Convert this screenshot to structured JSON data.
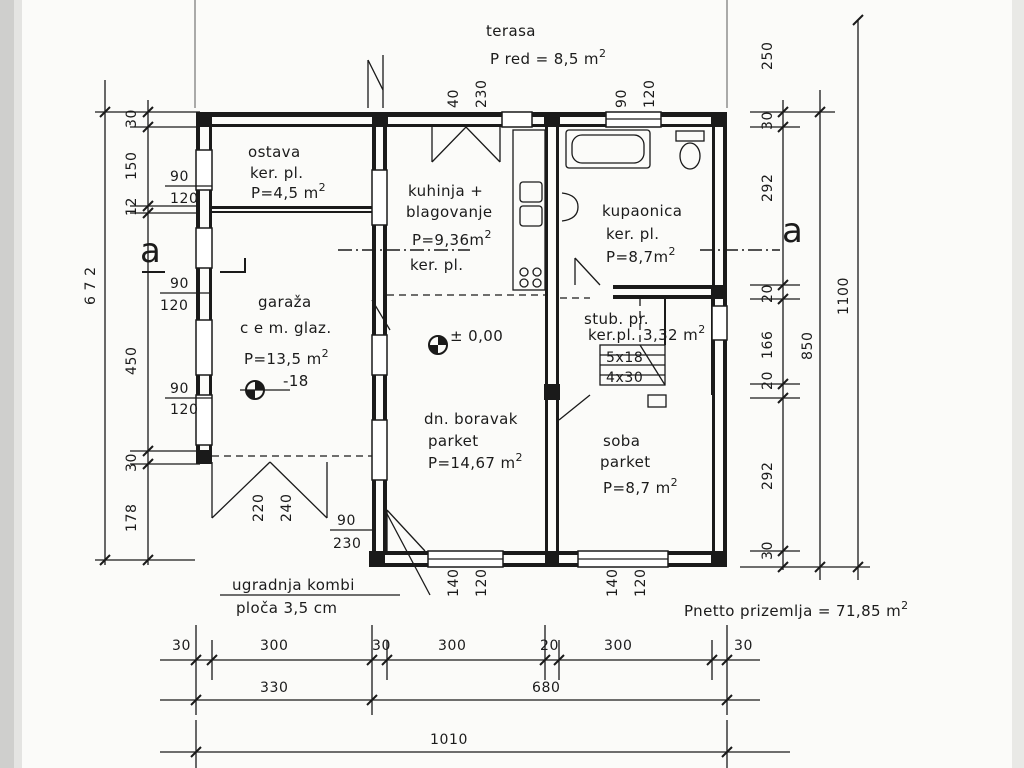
{
  "terrace": {
    "name": "terasa",
    "area": "P red = 8,5 m"
  },
  "rooms": [
    {
      "name": "ostava",
      "floor": "ker. pl.",
      "area": "P=4,5 m"
    },
    {
      "name": "kuhinja +",
      "name2": "blagovanje",
      "area": "P=9,36m",
      "floor": "ker. pl."
    },
    {
      "name": "kupaonica",
      "floor": "ker. pl.",
      "area": "P=8,7m"
    },
    {
      "name": "garaža",
      "floor": "c e m. glaz.",
      "area": "P=13,5 m"
    },
    {
      "name": "stub. pr.",
      "floor": "ker.pl.",
      "area": "3,32 m"
    },
    {
      "name": "dn. boravak",
      "floor": "parket",
      "area": "P=14,67 m"
    },
    {
      "name": "soba",
      "floor": "parket",
      "area": "P=8,7  m"
    }
  ],
  "superscript": "2",
  "level_main": "± 0,00",
  "level_garage": "-18",
  "stairs": {
    "steps": "5x18",
    "tread": "4x30"
  },
  "section_mark": "a",
  "kombi_note": {
    "line1": "ugradnja kombi",
    "line2": "ploča 3,5 cm"
  },
  "net_area": "Pnetto prizemlja = 71,85 m",
  "dimensions": {
    "openings": {
      "top_door_w": "40",
      "top_door_h": "230",
      "top_win_w": "90",
      "top_win_h": "120",
      "w1_w": "90",
      "w1_h": "120",
      "w2_w": "90",
      "w2_h": "120",
      "w3_w": "90",
      "w3_h": "120",
      "garage_door_w": "220",
      "garage_door_h": "240",
      "entry_w": "90",
      "entry_h": "230",
      "bot_win1_w": "140",
      "bot_win1_h": "120",
      "bot_win2_w": "140",
      "bot_win2_h": "120"
    },
    "left": {
      "d1": "30",
      "d2": "150",
      "d3": "12",
      "d4": "450",
      "d5": "30",
      "d6": "178",
      "total": "6 7 2"
    },
    "right": {
      "top": "250",
      "d1": "30",
      "d2": "292",
      "d3": "20",
      "d4": "166",
      "d5": "20",
      "d6": "292",
      "d7": "30",
      "sub": "850",
      "total": "1100"
    },
    "bottom_row1": [
      "30",
      "300",
      "30",
      "300",
      "20",
      "300",
      "30"
    ],
    "bottom_row2": [
      "330",
      "680"
    ],
    "bottom_total": "1010"
  }
}
